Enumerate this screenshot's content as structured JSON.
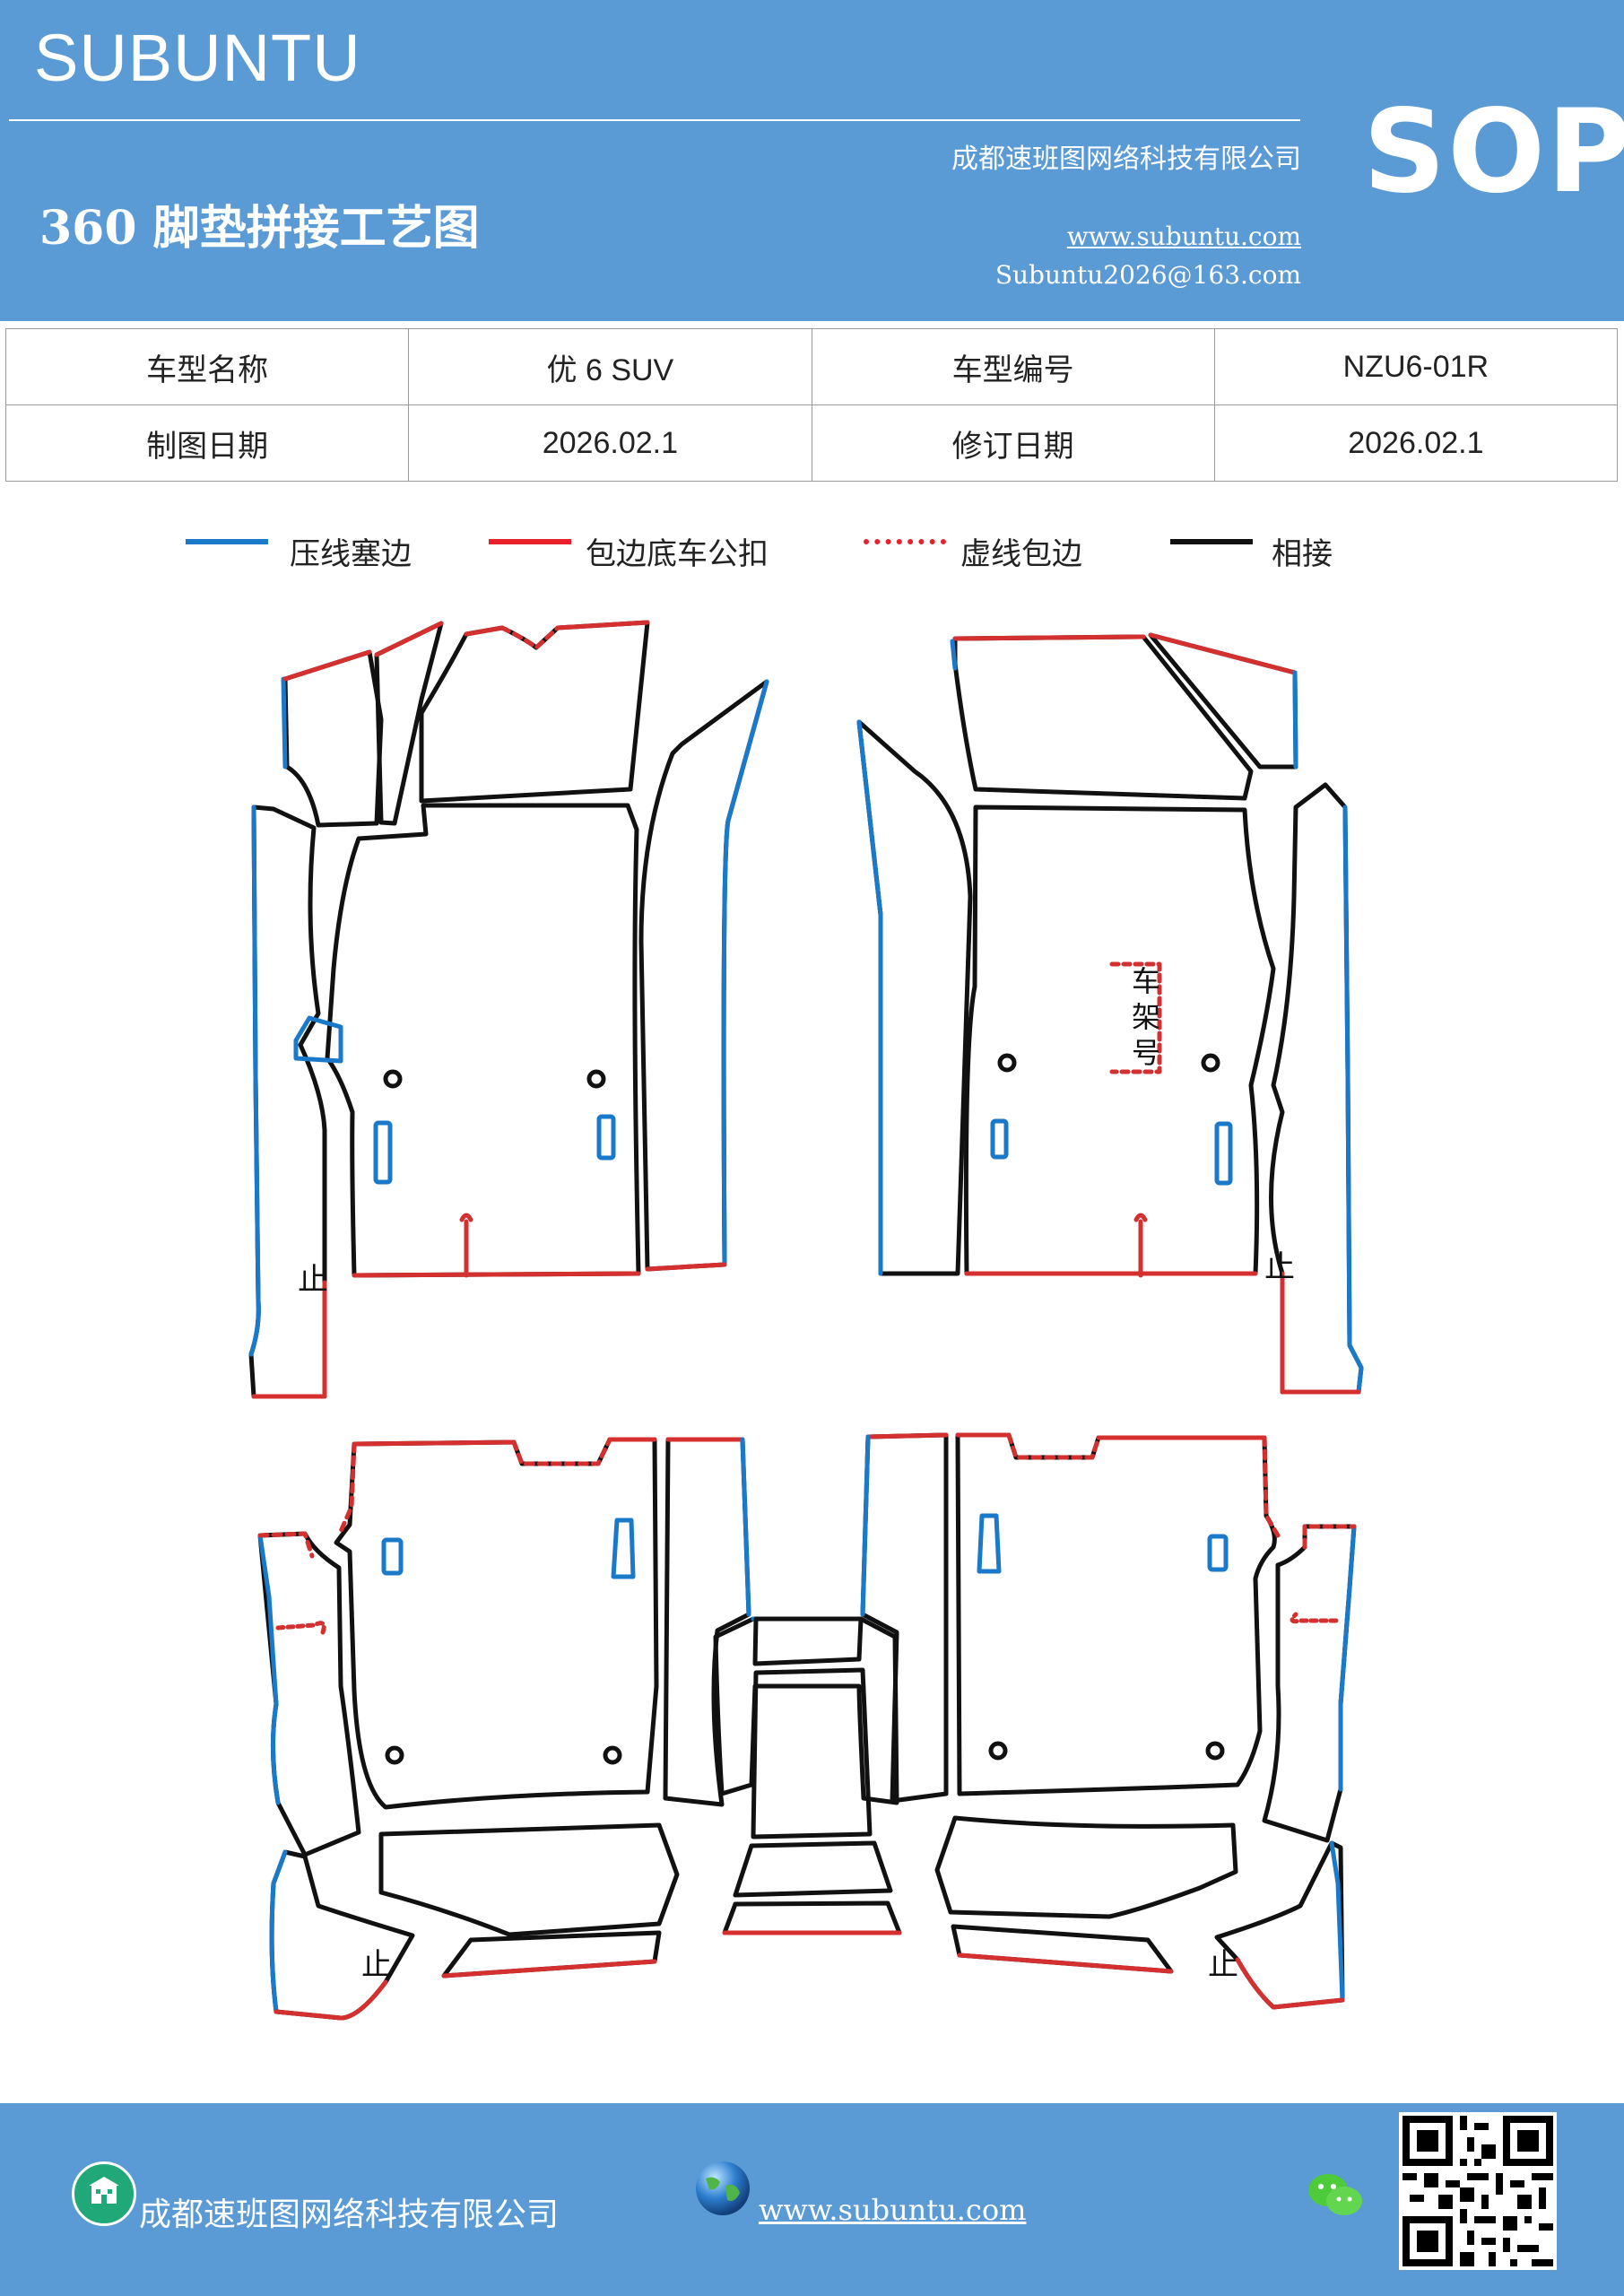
{
  "header": {
    "brand": "SUBUNTU",
    "company": "成都速班图网络科技有限公司",
    "title": "360 脚垫拼接工艺图",
    "website": "www.subuntu.com",
    "email": "Subuntu2026@163.com",
    "badge": "SOP"
  },
  "info": {
    "model_name_label": "车型名称",
    "model_name_value": "优 6  SUV",
    "model_code_label": "车型编号",
    "model_code_value": "NZU6-01R",
    "draw_date_label": "制图日期",
    "draw_date_value": "2026.02.1",
    "rev_date_label": "修订日期",
    "rev_date_value": "2026.02.1"
  },
  "legend": [
    {
      "label": "压线塞边",
      "color": "#1a7ac9",
      "style": "solid"
    },
    {
      "label": "包边底车公扣",
      "color": "#e8202a",
      "style": "solid"
    },
    {
      "label": "虚线包边",
      "color": "#e8202a",
      "style": "dotted"
    },
    {
      "label": "相接",
      "color": "#111111",
      "style": "solid"
    }
  ],
  "diagram": {
    "stop_mark": "止",
    "frame_number": [
      "车",
      "架",
      "号"
    ]
  },
  "colors": {
    "header_bg": "#5b9bd5",
    "blue": "#1a7ac9",
    "red": "#d43030",
    "black": "#111111"
  },
  "footer": {
    "company": "成都速班图网络科技有限公司",
    "website": "www.subuntu.com",
    "icons": [
      "building-icon",
      "globe-icon",
      "wechat-icon",
      "qr-code"
    ]
  }
}
